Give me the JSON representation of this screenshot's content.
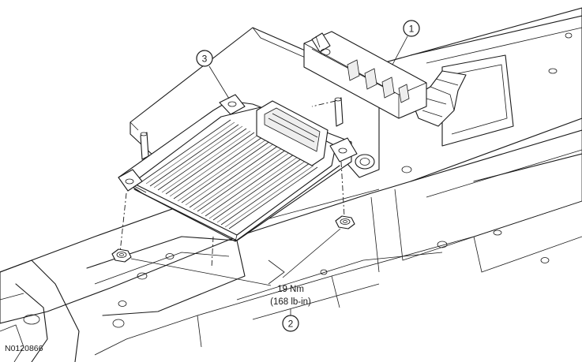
{
  "callouts": [
    {
      "id": "1",
      "label": "1"
    },
    {
      "id": "2",
      "label": "2"
    },
    {
      "id": "3",
      "label": "3"
    }
  ],
  "torque": {
    "metric": "19 Nm",
    "imperial": "(168 lb-in)"
  },
  "figure_code": "N0120866"
}
